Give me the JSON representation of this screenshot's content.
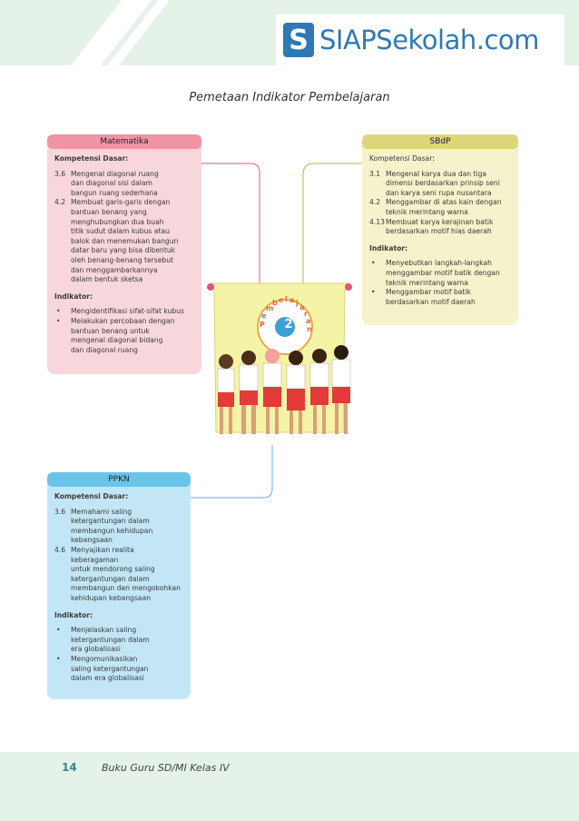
{
  "logo": {
    "mark": "S",
    "text": "SIAPSekolah.com"
  },
  "title": "Pemetaan Indikator Pembelajaran",
  "illustration": {
    "label": "Pembelajaran",
    "number": "2"
  },
  "matematika": {
    "heading": "Matematika",
    "kd_label": "Kompetensi Dasar:",
    "kd": [
      {
        "num": "3.6",
        "lines": [
          "Mengenal diagonal ruang",
          "dan diagonal sisi dalam",
          "bangun ruang sederhana"
        ]
      },
      {
        "num": "4.2",
        "lines": [
          "Membuat garis-garis dengan",
          "bantuan benang yang",
          "menghubungkan dua buah",
          "titik sudut dalam kubus atau",
          "balok dan menemukan bangun",
          "datar baru yang bisa dibentuk",
          "oleh benang-benang tersebut",
          "dan menggambarkannya",
          "dalam bentuk sketsa"
        ]
      }
    ],
    "ind_label": "Indikator:",
    "ind": [
      {
        "lines": [
          "Mengidentifikasi sifat-sifat kubus"
        ]
      },
      {
        "lines": [
          "Melakukan percobaan dengan",
          "bantuan benang untuk",
          "mengenal diagonal bidang",
          "dan diagonal ruang"
        ]
      }
    ]
  },
  "sbdp": {
    "heading": "SBdP",
    "kd_label": "Kompetensi Dasar:",
    "kd": [
      {
        "num": "3.1",
        "lines": [
          "Mengenal karya dua dan tiga",
          "dimensi berdasarkan prinsip seni",
          "dan karya seni rupa nusantara"
        ]
      },
      {
        "num": "4.2",
        "lines": [
          "Menggambar di atas kain dengan",
          "teknik merintang warna"
        ]
      },
      {
        "num": "4.13",
        "lines": [
          "Membuat karya kerajinan batik",
          "berdasarkan motif hias daerah"
        ]
      }
    ],
    "ind_label": "Indikator:",
    "ind": [
      {
        "lines": [
          "Menyebutkan langkah-langkah",
          "menggambar motif batik dengan",
          "teknik merintang warna"
        ]
      },
      {
        "lines": [
          "Menggambar motif batik",
          "berdasarkan motif daerah"
        ]
      }
    ]
  },
  "ppkn": {
    "heading": "PPKN",
    "kd_label": "Kompetensi Dasar:",
    "kd": [
      {
        "num": "3.6",
        "lines": [
          "Memahami saling",
          "ketergantungan dalam",
          "membangun kehidupan",
          "kebangsaan"
        ]
      },
      {
        "num": "4.6",
        "lines": [
          "Menyajikan realita keberagaman",
          "untuk mendorong saling",
          "ketergantungan dalam",
          "membangun dan mengokohkan",
          "kehidupan kebangsaan"
        ]
      }
    ],
    "ind_label": "Indikator:",
    "ind": [
      {
        "lines": [
          "Menjelaskan saling",
          "ketergantungan dalam",
          "era globalisasi"
        ]
      },
      {
        "lines": [
          "Mengomunikasikan",
          "saling ketergantungan",
          "dalam era globalisasi"
        ]
      }
    ]
  },
  "footer": {
    "page": "14",
    "text": "Buku Guru SD/MI Kelas IV"
  }
}
